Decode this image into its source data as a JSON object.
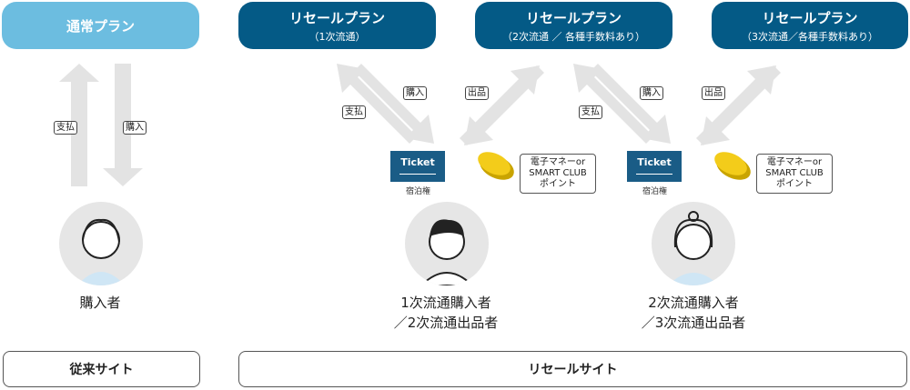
{
  "plans": [
    {
      "title": "通常プラン",
      "sub": ""
    },
    {
      "title": "リセールプラン",
      "sub": "（1次流通）"
    },
    {
      "title": "リセールプラン",
      "sub": "（2次流通 ／ 各種手数料あり）"
    },
    {
      "title": "リセールプラン",
      "sub": "（3次流通／各種手数料あり）"
    }
  ],
  "tags": {
    "pay": "支払",
    "buy": "購入",
    "list": "出品"
  },
  "ticket": {
    "label": "Ticket",
    "caption": "宿泊権"
  },
  "bubble": {
    "line1": "電子マネーor",
    "line2": "SMART CLUB",
    "line3": "ポイント"
  },
  "people": [
    {
      "line1": "購入者",
      "line2": ""
    },
    {
      "line1": "1次流通購入者",
      "line2": "／2次流通出品者"
    },
    {
      "line1": "2次流通購入者",
      "line2": "／3次流通出品者"
    }
  ],
  "sites": {
    "legacy": "従来サイト",
    "resale": "リセールサイト"
  },
  "colors": {
    "light": "#6cbde0",
    "dark": "#045a86",
    "arrow": "#e3e3e3"
  }
}
